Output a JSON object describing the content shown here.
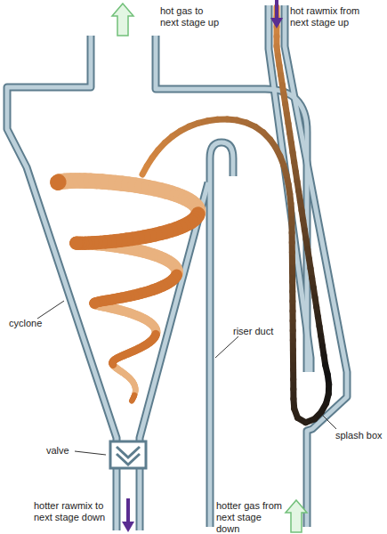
{
  "diagram": {
    "labels": [
      "hot gas to next stage up",
      "hot rawmix from next stage up",
      "cyclone",
      "riser duct",
      "valve",
      "splash box",
      "hotter rawmix to next stage down",
      "hotter gas from next stage down"
    ]
  }
}
